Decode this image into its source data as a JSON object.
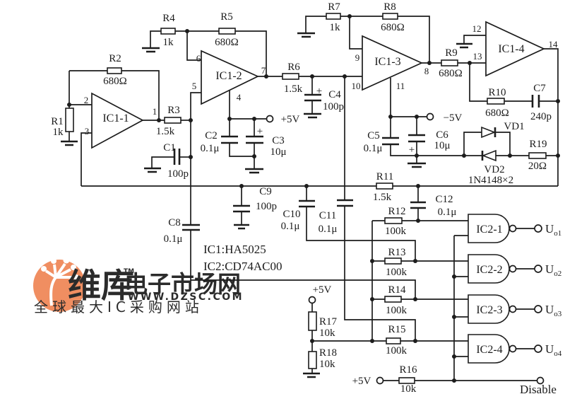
{
  "colors": {
    "ink": "#1c1c1c",
    "watermark_orange": "#ef8656"
  },
  "components": {
    "R1": {
      "name": "R1",
      "value": "1k"
    },
    "R2": {
      "name": "R2",
      "value": "680Ω"
    },
    "R3": {
      "name": "R3",
      "value": "1.5k"
    },
    "R4": {
      "name": "R4",
      "value": "1k"
    },
    "R5": {
      "name": "R5",
      "value": "680Ω"
    },
    "R6": {
      "name": "R6",
      "value": "1.5k"
    },
    "R7": {
      "name": "R7",
      "value": "1k"
    },
    "R8": {
      "name": "R8",
      "value": "680Ω"
    },
    "R9": {
      "name": "R9",
      "value": "680Ω"
    },
    "R10": {
      "name": "R10",
      "value": "680Ω"
    },
    "R11": {
      "name": "R11",
      "value": "1.5k"
    },
    "R12": {
      "name": "R12",
      "value": "100k"
    },
    "R13": {
      "name": "R13",
      "value": "100k"
    },
    "R14": {
      "name": "R14",
      "value": "100k"
    },
    "R15": {
      "name": "R15",
      "value": "100k"
    },
    "R16": {
      "name": "R16",
      "value": "10k"
    },
    "R17": {
      "name": "R17",
      "value": "10k"
    },
    "R18": {
      "name": "R18",
      "value": "10k"
    },
    "R19": {
      "name": "R19",
      "value": "20Ω"
    },
    "C1": {
      "name": "C1",
      "value": "100p"
    },
    "C2": {
      "name": "C2",
      "value": "0.1μ"
    },
    "C3": {
      "name": "C3",
      "value": "10μ"
    },
    "C4": {
      "name": "C4",
      "value": "100p"
    },
    "C5": {
      "name": "C5",
      "value": "0.1μ"
    },
    "C6": {
      "name": "C6",
      "value": "10μ"
    },
    "C7": {
      "name": "C7",
      "value": "240p"
    },
    "C8": {
      "name": "C8",
      "value": "0.1μ"
    },
    "C9": {
      "name": "C9",
      "value": "100p"
    },
    "C10": {
      "name": "C10",
      "value": "0.1μ"
    },
    "C11": {
      "name": "C11",
      "value": "0.1μ"
    },
    "C12": {
      "name": "C12",
      "value": "0.1μ"
    }
  },
  "diodes": {
    "VD1": "VD1",
    "VD2": "VD2",
    "part_note": "1N4148×2"
  },
  "opamps": {
    "IC1_1": "IC1-1",
    "IC1_2": "IC1-2",
    "IC1_3": "IC1-3",
    "IC1_4": "IC1-4"
  },
  "gates": {
    "IC2_1": "IC2-1",
    "IC2_2": "IC2-2",
    "IC2_3": "IC2-3",
    "IC2_4": "IC2-4"
  },
  "pins": {
    "p1": "1",
    "p2": "2",
    "p3": "3",
    "p4": "4",
    "p5": "5",
    "p6": "6",
    "p7": "7",
    "p8": "8",
    "p9": "9",
    "p10": "10",
    "p11": "11",
    "p12": "12",
    "p13": "13",
    "p14": "14"
  },
  "power": {
    "plus5v": "+5V",
    "minus5v": "−5V",
    "plus": "+"
  },
  "outputs": {
    "u": "U",
    "o1": "o1",
    "o2": "o2",
    "o3": "o3",
    "o4": "o4",
    "disable": "Disable"
  },
  "notes": {
    "ic1": "IC1:HA5025",
    "ic2": "IC2:CD74AC00"
  },
  "watermark": {
    "cn_bold": "维库",
    "cn_rest": "电子市场网",
    "tm": "TM",
    "url": "WWW.DZSC.COM",
    "slogan": "全球最大IC采购网站",
    "color": "#ef8656"
  }
}
